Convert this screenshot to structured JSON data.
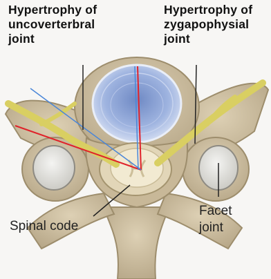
{
  "labels": {
    "uncovertebral": [
      "Hypertrophy of",
      "uncoverterbral",
      "joint"
    ],
    "zygapophysial": [
      "Hypertrophy of",
      "zygapophysial",
      "joint"
    ],
    "spinal": "Spinal code",
    "facet": [
      "Facet",
      "joint"
    ]
  },
  "colors": {
    "bone": "#cfc0a0",
    "bone_shade": "#a89878",
    "nerve": "#d9cf62",
    "disc": "#98aedd",
    "spinal_cord": "#f0e8cf",
    "red_line": "#e0222a",
    "blue_line": "#4a86d8"
  }
}
